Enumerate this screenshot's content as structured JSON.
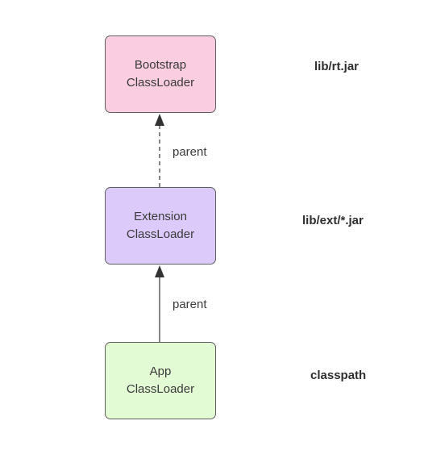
{
  "nodes": {
    "bootstrap": {
      "line1": "Bootstrap",
      "line2": "ClassLoader",
      "color": "#fbcde0"
    },
    "extension": {
      "line1": "Extension",
      "line2": "ClassLoader",
      "color": "#dccafb"
    },
    "app": {
      "line1": "App",
      "line2": "ClassLoader",
      "color": "#e3fbd4"
    }
  },
  "edges": [
    {
      "from": "extension",
      "to": "bootstrap",
      "label": "parent",
      "style": "dashed"
    },
    {
      "from": "app",
      "to": "extension",
      "label": "parent",
      "style": "solid"
    }
  ],
  "paths": {
    "bootstrap": "lib/rt.jar",
    "extension": "lib/ext/*.jar",
    "app": "classpath"
  }
}
